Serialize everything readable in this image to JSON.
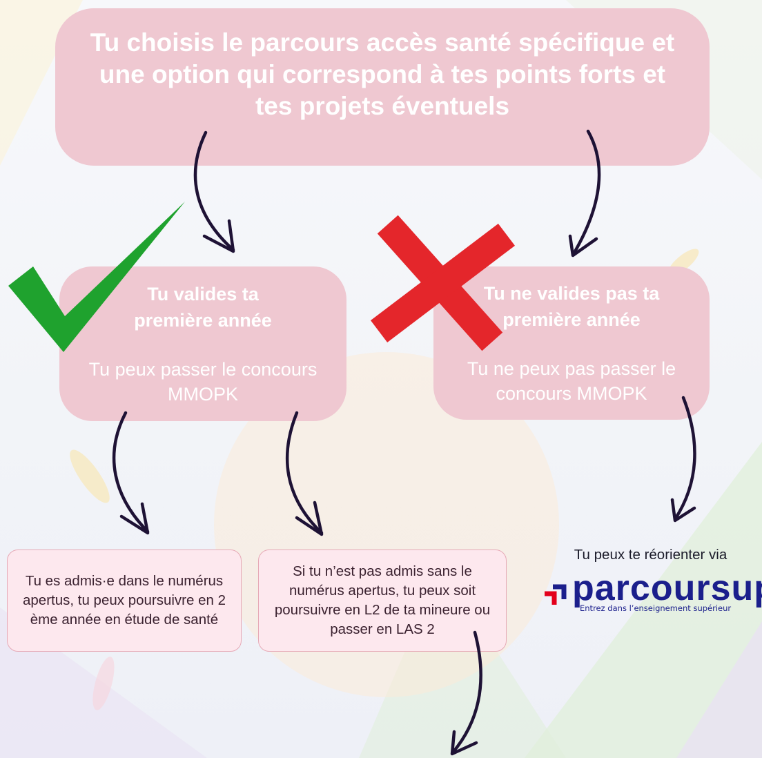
{
  "top_box": {
    "text": "Tu choisis le parcours accès santé spécifique et une option qui correspond à tes points forts et tes projets éventuels"
  },
  "left_box": {
    "title": "Tu valides ta première année",
    "subtitle": "Tu peux passer le concours MMOPK"
  },
  "right_box": {
    "title": "Tu ne valides pas ta première année",
    "subtitle": "Tu ne peux pas passer le concours MMOPK"
  },
  "outcome_admitted": {
    "text": "Tu es admis·e dans le numérus apertus, tu peux poursuivre en 2 ème année en étude de santé"
  },
  "outcome_not_admitted": {
    "text": "Si tu n’est pas admis sans le numérus apertus, tu peux soit poursuivre en L2 de ta mineure ou passer en LAS 2"
  },
  "reorientation": {
    "text": "Tu peux te réorienter via",
    "logo_word": "parcoursup",
    "logo_tagline": "Entrez dans l’enseignement supérieur"
  },
  "icons": {
    "success": "check-mark-icon",
    "failure": "cross-icon",
    "brand": "parcoursup-logo-icon"
  },
  "colors": {
    "box_pink": "#efc8d1",
    "small_box_fill": "#fde8ee",
    "arrow": "#1e1235",
    "check_green": "#1fa22e",
    "cross_red": "#e4262b",
    "brand_blue": "#1b1f8c",
    "brand_red": "#e3001b"
  }
}
